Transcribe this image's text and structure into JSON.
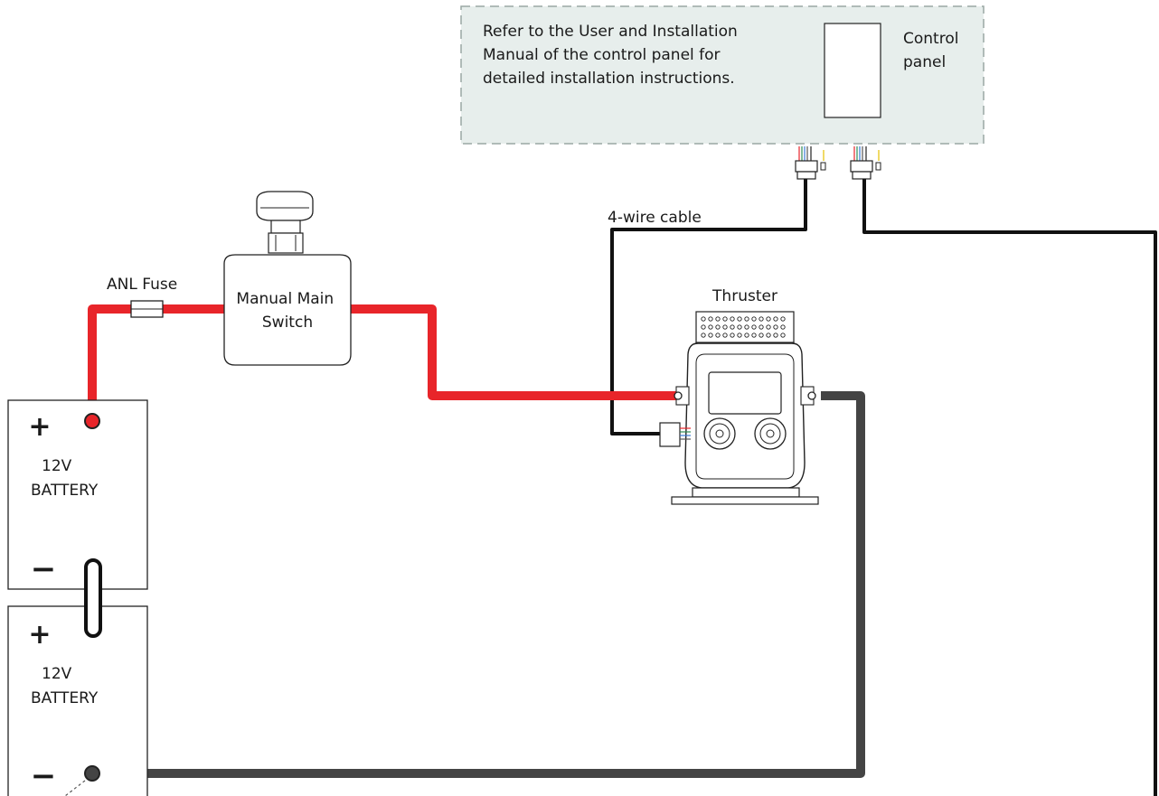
{
  "note": {
    "lines": [
      "Refer to the User and Installation",
      "Manual of the control panel for",
      "detailed installation instructions."
    ]
  },
  "control_panel": {
    "label_lines": [
      "Control",
      "panel"
    ]
  },
  "cable": {
    "label": "4-wire cable"
  },
  "fuse": {
    "label": "ANL Fuse"
  },
  "main_switch": {
    "label_lines": [
      "Manual Main",
      "Switch"
    ]
  },
  "thruster": {
    "label": "Thruster"
  },
  "battery_top": {
    "plus": "+",
    "minus": "−",
    "label_lines": [
      "12V",
      "BATTERY"
    ]
  },
  "battery_bottom": {
    "plus": "+",
    "minus": "−",
    "label_lines": [
      "12V",
      "BATTERY"
    ]
  },
  "colors": {
    "positive_cable": "#e8252a",
    "negative_cable": "#444444",
    "signal_cable": "#111111",
    "panel_area_fill": "#e7eeec"
  }
}
